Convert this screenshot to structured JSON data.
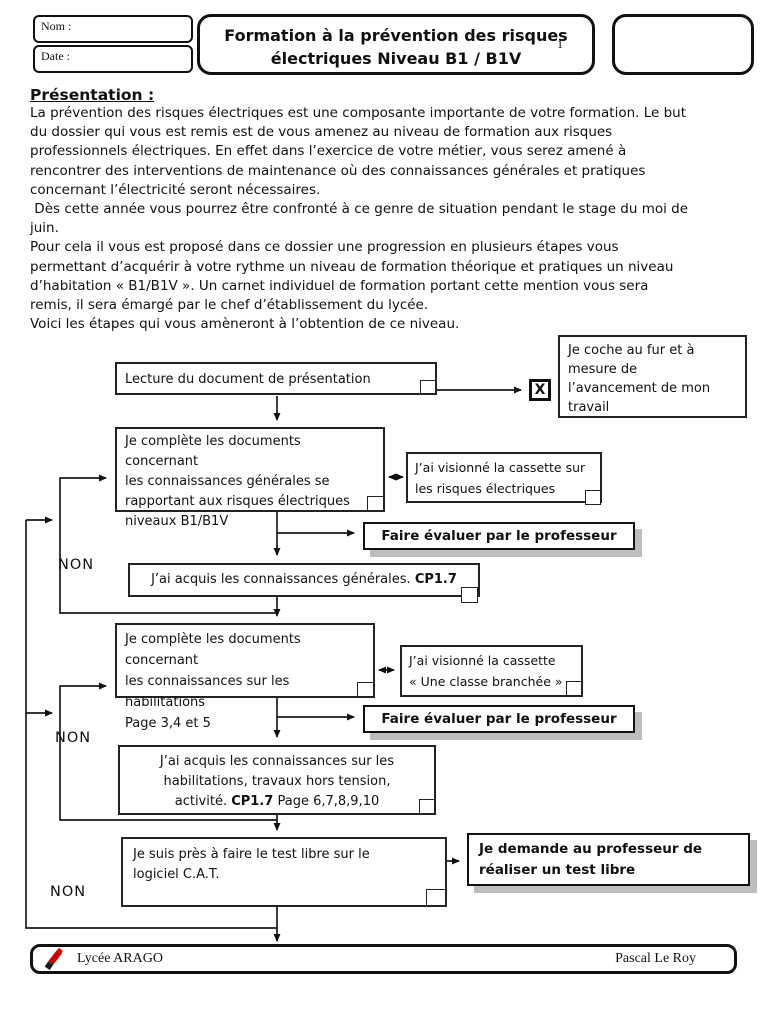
{
  "header": {
    "nom_label": "Nom :",
    "date_label": "Date :",
    "title_lines": [
      "Formation à la prévention des risques",
      "électriques Niveau B1 / B1V"
    ],
    "page_number": "1"
  },
  "intro": {
    "heading": "Présentation :",
    "lines": [
      "La prévention des risques électriques est une composante importante de votre formation. Le but",
      "du dossier qui vous est remis est de vous amenez au niveau de formation aux risques",
      "professionnels électriques. En effet dans l’exercice de votre métier, vous serez amené à",
      "rencontrer des interventions de maintenance où des connaissances générales et pratiques",
      "concernant l’électricité seront nécessaires.",
      " Dès cette année vous pourrez être confronté à ce genre de situation pendant le stage du moi de",
      "juin.",
      "Pour cela il vous est proposé dans ce dossier une progression en plusieurs étapes vous",
      "permettant d’acquérir à votre rythme un niveau de formation théorique et pratiques un niveau",
      "d’habitation « B1/B1V ». Un carnet individuel de formation portant cette mention vous sera",
      "remis, il sera émargé par le chef d’établissement du lycée.",
      "Voici les étapes qui vous amèneront à l’obtention de ce niveau."
    ]
  },
  "flowchart": {
    "box_read_label": "Lecture du document de présentation",
    "check_mark": "X",
    "note_lines": [
      "Je coche au fur et à",
      "mesure de",
      "l’avancement de mon",
      "travail"
    ],
    "box_general_lines": [
      "Je complète les documents concernant",
      "les connaissances générales se",
      "rapportant aux risques électriques",
      "niveaux B1/B1V"
    ],
    "cassette1_lines": [
      "J’ai visionné la cassette sur",
      "les risques électriques"
    ],
    "faire1_label": "Faire évaluer par le professeur",
    "non1": "NON",
    "cp17_pre": "J’ai acquis les connaissances générales. ",
    "cp17_bold": "CP1.7",
    "box_habilitations_lines": [
      "Je complète les documents concernant",
      "les connaissances sur les habilitations",
      "Page 3,4 et 5"
    ],
    "cassette2_lines": [
      "J’ai visionné la cassette",
      "« Une classe branchée »"
    ],
    "faire2_label": "Faire évaluer par le professeur",
    "non2": "NON",
    "box_acquis_line1": "J’ai acquis les connaissances sur les",
    "box_acquis_line2": "habilitations, travaux hors tension,",
    "box_acquis_line3_pre": "activité. ",
    "box_acquis_line3_bold": "CP1.7",
    "box_acquis_line3_post": " Page 6,7,8,9,10",
    "box_test_lines": [
      "Je suis près à faire le test libre sur le",
      "logiciel C.A.T."
    ],
    "demande_lines": [
      "Je demande au professeur de",
      "réaliser un test libre"
    ],
    "non3": "NON"
  },
  "footer": {
    "school": "Lycée ARAGO",
    "author": "Pascal Le Roy"
  }
}
